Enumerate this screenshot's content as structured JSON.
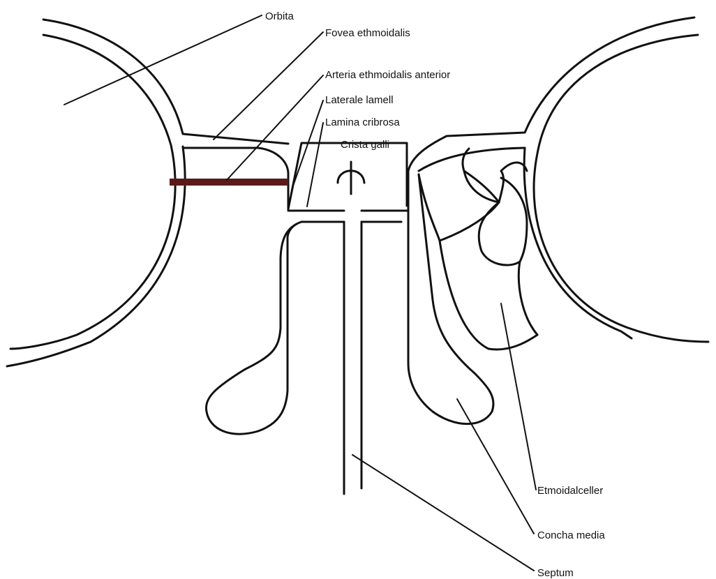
{
  "labels": {
    "orbita": "Orbita",
    "fovea_ethmoidalis": "Fovea ethmoidalis",
    "arteria_ethmoidalis_anterior": "Arteria ethmoidalis anterior",
    "laterale_lamell": "Laterale lamell",
    "lamina_cribrosa": "Lamina cribrosa",
    "crista_galli": "Crista galli",
    "etmoidalceller": "Etmoidalceller",
    "concha_media": "Concha media",
    "septum": "Septum"
  },
  "colors": {
    "outline": "#111111",
    "artery": "#5a1a1a",
    "background": "#ffffff"
  }
}
